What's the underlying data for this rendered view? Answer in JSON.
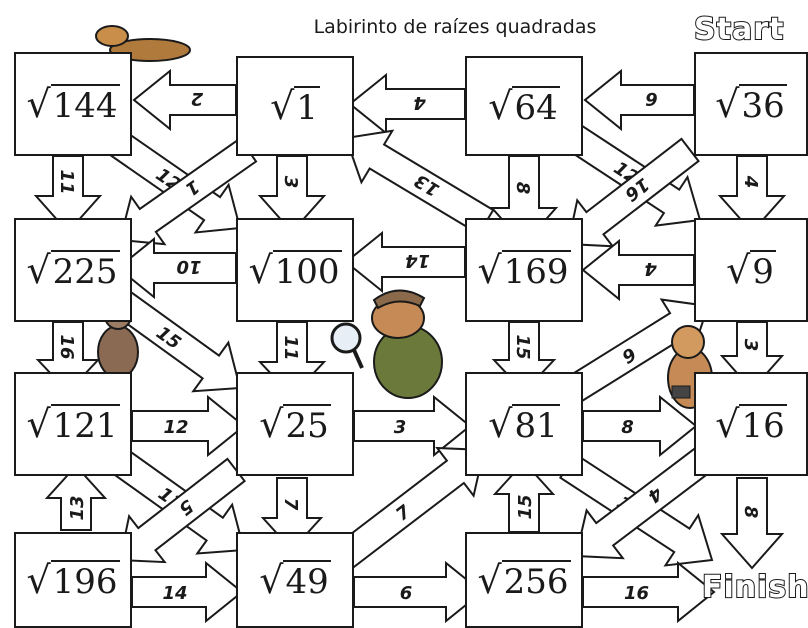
{
  "title": "Labirinto de raízes quadradas",
  "start_label": "Start",
  "finish_label": "Finish",
  "boxes": [
    {
      "id": "b144",
      "num": "144"
    },
    {
      "id": "b1",
      "num": "1"
    },
    {
      "id": "b64",
      "num": "64"
    },
    {
      "id": "b36",
      "num": "36"
    },
    {
      "id": "b225",
      "num": "225"
    },
    {
      "id": "b100",
      "num": "100"
    },
    {
      "id": "b169",
      "num": "169"
    },
    {
      "id": "b9",
      "num": "9"
    },
    {
      "id": "b121",
      "num": "121"
    },
    {
      "id": "b25",
      "num": "25"
    },
    {
      "id": "b81",
      "num": "81"
    },
    {
      "id": "b16",
      "num": "16"
    },
    {
      "id": "b196",
      "num": "196"
    },
    {
      "id": "b49",
      "num": "49"
    },
    {
      "id": "b256",
      "num": "256"
    }
  ],
  "arrows": [
    {
      "id": "a36-64",
      "label": "6"
    },
    {
      "id": "a64-1",
      "label": "4"
    },
    {
      "id": "a1-144",
      "label": "2"
    },
    {
      "id": "a144-225",
      "label": "11"
    },
    {
      "id": "a144-100",
      "label": "12"
    },
    {
      "id": "a100-225",
      "label": "1"
    },
    {
      "id": "a1-100",
      "label": "3"
    },
    {
      "id": "a64-169",
      "label": "8"
    },
    {
      "id": "a169-1",
      "label": "13"
    },
    {
      "id": "a64-9",
      "label": "12"
    },
    {
      "id": "a9-225",
      "label": "16"
    },
    {
      "id": "a36-9",
      "label": "4"
    },
    {
      "id": "a100-225b",
      "label": "10"
    },
    {
      "id": "a169-100",
      "label": "14"
    },
    {
      "id": "a9-169",
      "label": "4"
    },
    {
      "id": "a225-121",
      "label": "16"
    },
    {
      "id": "a225-25",
      "label": "15"
    },
    {
      "id": "a100-25",
      "label": "11"
    },
    {
      "id": "a169-81",
      "label": "15"
    },
    {
      "id": "a9-16",
      "label": "3"
    },
    {
      "id": "a81-9",
      "label": "9"
    },
    {
      "id": "a121-25",
      "label": "12"
    },
    {
      "id": "a25-81",
      "label": "3"
    },
    {
      "id": "a81-16",
      "label": "8"
    },
    {
      "id": "a196-121",
      "label": "13"
    },
    {
      "id": "a121-49",
      "label": "11"
    },
    {
      "id": "a49-121",
      "label": "5"
    },
    {
      "id": "a25-49",
      "label": "7"
    },
    {
      "id": "a49-81",
      "label": "7"
    },
    {
      "id": "a256-81",
      "label": "15"
    },
    {
      "id": "a81-fin",
      "label": "14"
    },
    {
      "id": "a16-256",
      "label": "4"
    },
    {
      "id": "a16-fin",
      "label": "8"
    },
    {
      "id": "a196-49",
      "label": "14"
    },
    {
      "id": "a49-256",
      "label": "6"
    },
    {
      "id": "a256-fin",
      "label": "16"
    }
  ]
}
